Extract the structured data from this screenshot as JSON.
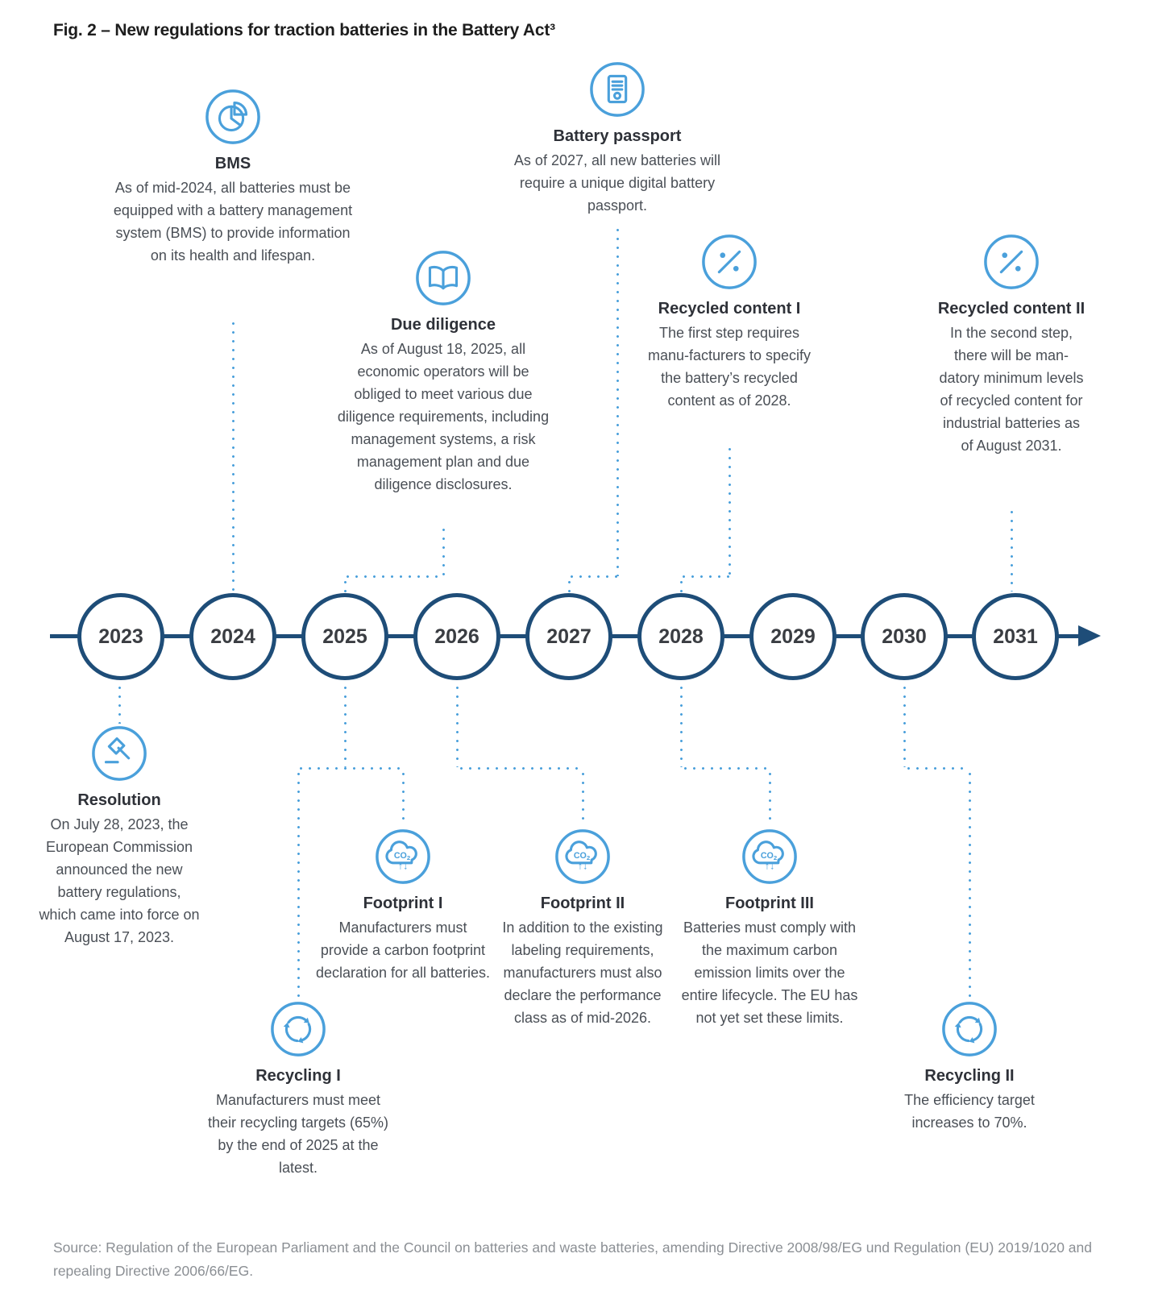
{
  "figure": {
    "title": "Fig. 2 – New regulations for traction batteries in the Battery Act³",
    "source": "Source: Regulation of the European Parliament and the Council on batteries and waste batteries, amending Directive 2008/98/EG und Regulation (EU) 2019/1020 and repealing Directive 2006/66/EG."
  },
  "timeline": {
    "years": [
      "2023",
      "2024",
      "2025",
      "2026",
      "2027",
      "2028",
      "2029",
      "2030",
      "2031"
    ]
  },
  "colors": {
    "accent_blue": "#4AA0DB",
    "navy": "#1E4D78"
  },
  "milestones": {
    "bms": {
      "icon": "pie-chart-icon",
      "title": "BMS",
      "text": "As of mid-2024, all batteries must be equipped with a battery management system (BMS) to provide information on its health and lifespan."
    },
    "due_diligence": {
      "icon": "open-book-icon",
      "title": "Due diligence",
      "text": "As of August 18, 2025, all economic operators will be obliged to meet various due diligence requirements, including management systems, a risk management plan and due diligence disclosures."
    },
    "battery_passport": {
      "icon": "passport-document-icon",
      "title": "Battery passport",
      "text": "As of 2027, all new batteries will require a unique digital battery passport."
    },
    "recycled_content_1": {
      "icon": "percent-icon",
      "title": "Recycled content I",
      "text": "The first step requires manu-facturers to specify the battery’s recycled content as of 2028."
    },
    "recycled_content_2": {
      "icon": "percent-icon",
      "title": "Recycled content II",
      "text": "In the second step, there will be man-datory minimum levels of recycled content for industrial batteries as of August 2031."
    },
    "resolution": {
      "icon": "gavel-icon",
      "title": "Resolution",
      "text": "On July 28, 2023, the European Commission announced the new battery regulations, which came into force on August 17, 2023."
    },
    "footprint_1": {
      "icon": "co2-cloud-icon",
      "title": "Footprint I",
      "text": "Manufacturers must provide a carbon footprint declaration for all batteries."
    },
    "footprint_2": {
      "icon": "co2-cloud-icon",
      "title": "Footprint II",
      "text": "In addition to the existing labeling requirements, manufacturers must also declare the performance class as of mid-2026."
    },
    "footprint_3": {
      "icon": "co2-cloud-icon",
      "title": "Footprint III",
      "text": "Batteries must comply with the maximum carbon emission limits over the entire lifecycle. The EU has not yet set these limits."
    },
    "recycling_1": {
      "icon": "recycle-icon",
      "title": "Recycling I",
      "text": "Manufacturers must meet their recycling targets (65%) by the end of 2025 at the latest."
    },
    "recycling_2": {
      "icon": "recycle-icon",
      "title": "Recycling II",
      "text": "The efficiency target increases to 70%."
    }
  }
}
